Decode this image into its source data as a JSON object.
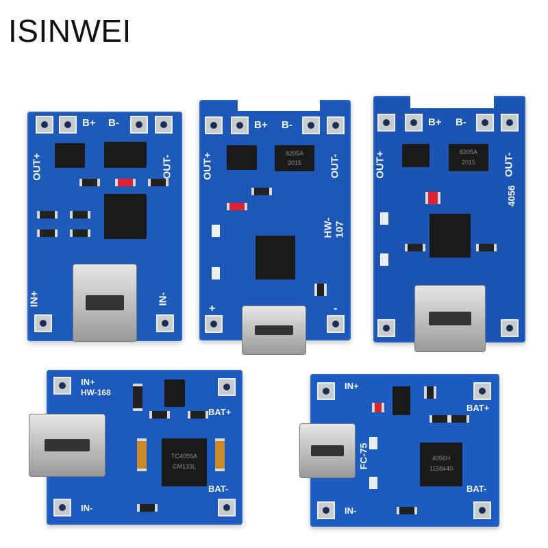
{
  "brand": {
    "name": "ISINWEI"
  },
  "boards": [
    {
      "labels": {
        "out_plus": "OUT+",
        "out_minus": "OUT-",
        "b_plus": "B+",
        "b_minus": "B-",
        "in_plus": "IN+",
        "in_minus": "IN-"
      }
    },
    {
      "labels": {
        "out_plus": "OUT+",
        "out_minus": "OUT-",
        "b_plus": "B+",
        "b_minus": "B-",
        "model": "HW-107",
        "chip_a": "8205A",
        "chip_b": "2015",
        "plus": "+",
        "minus": "-"
      }
    },
    {
      "labels": {
        "out_plus": "OUT+",
        "out_minus": "OUT-",
        "b_plus": "B+",
        "b_minus": "B-",
        "code": "4056",
        "chip_a": "8205A",
        "chip_b": "2015"
      }
    },
    {
      "labels": {
        "in_plus": "IN+",
        "model": "HW-168",
        "bat_plus": "BAT+",
        "bat_minus": "BAT-",
        "in_minus": "IN-",
        "chip_a": "TC4056A",
        "chip_b": "CM133L"
      }
    },
    {
      "labels": {
        "in_plus": "IN+",
        "bat_plus": "BAT+",
        "bat_minus": "BAT-",
        "in_minus": "IN-",
        "model": "FC-75",
        "chip_a": "4056H",
        "chip_b": "1158440"
      }
    }
  ]
}
